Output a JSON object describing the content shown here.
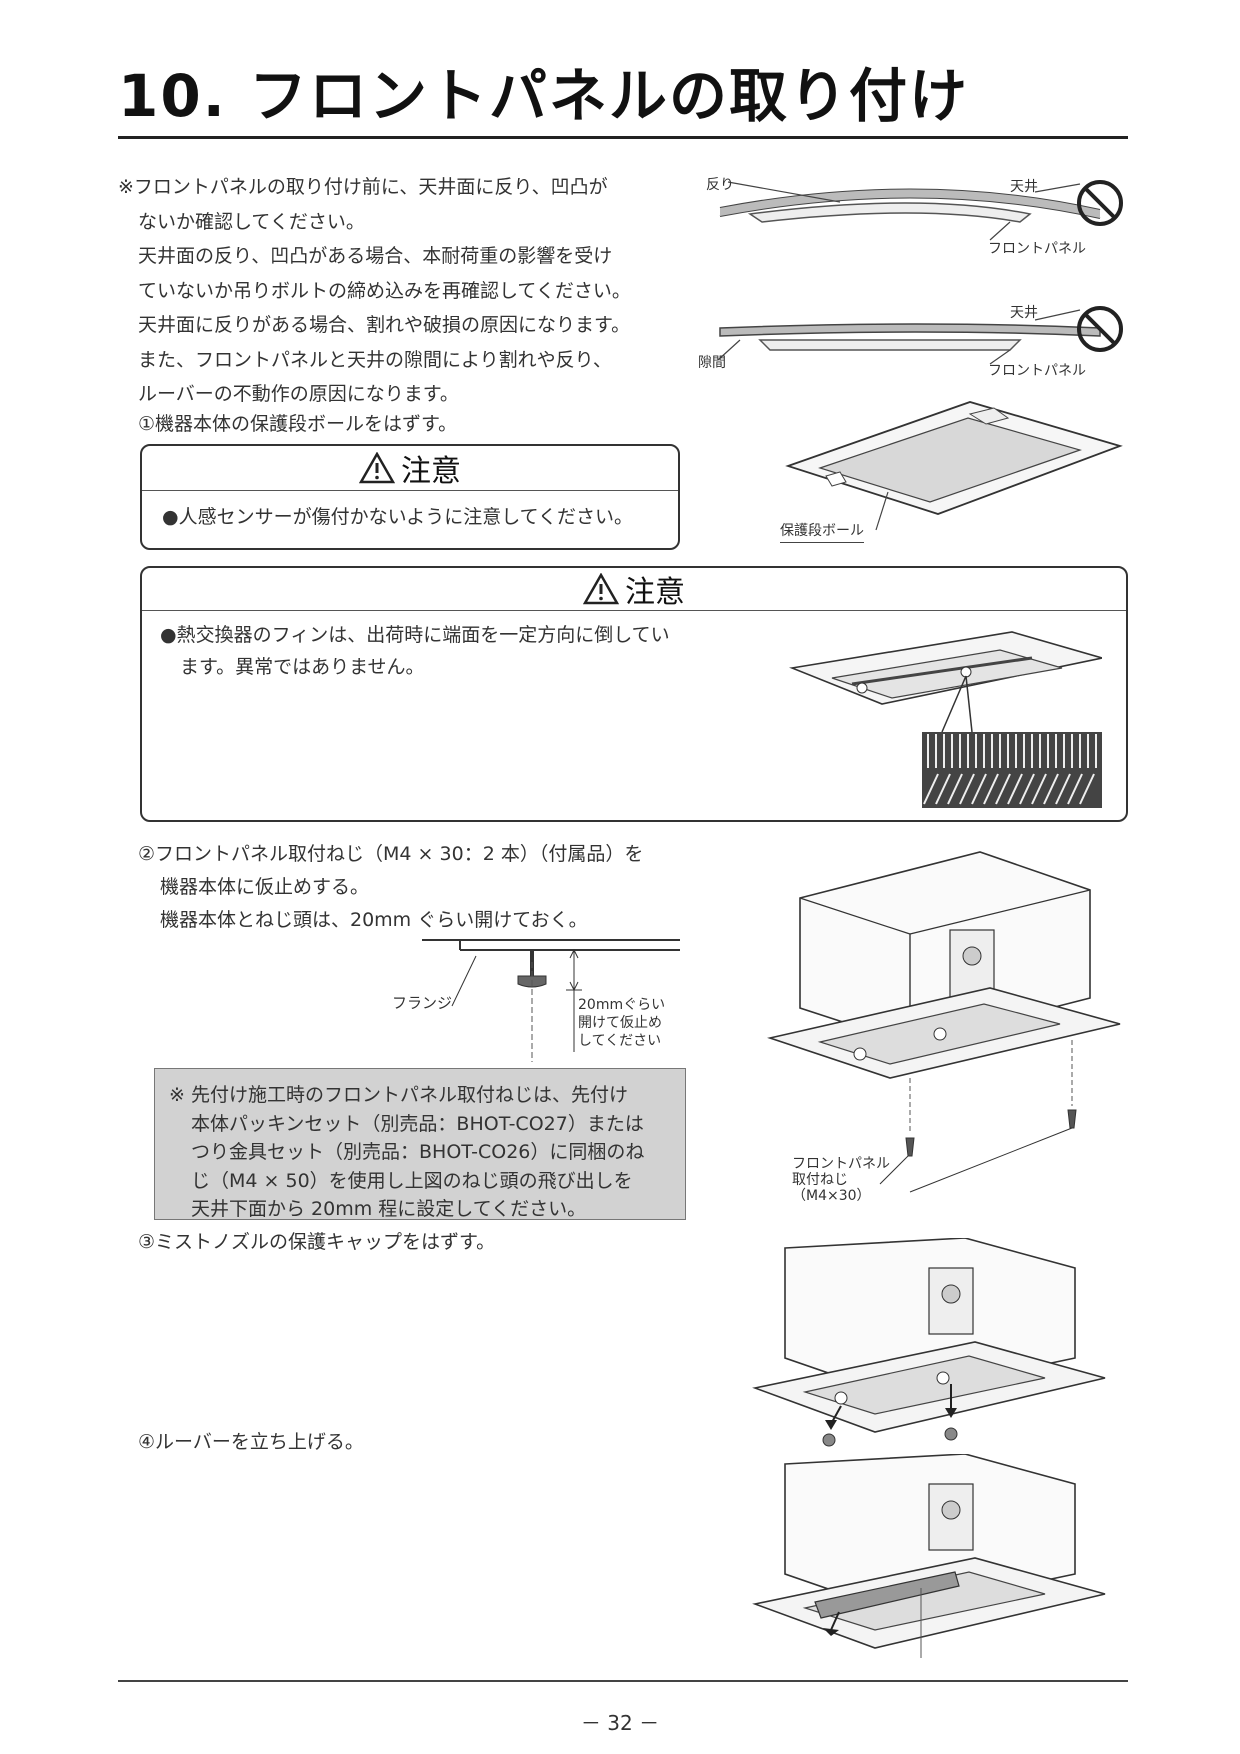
{
  "page": {
    "title": "10. フロントパネルの取り付け",
    "page_number": "－ 32 －"
  },
  "intro_note": {
    "lines": [
      "※フロントパネルの取り付け前に、天井面に反り、凹凸が",
      "ないか確認してください。",
      "天井面の反り、凹凸がある場合、本耐荷重の影響を受け",
      "ていないか吊りボルトの締め込みを再確認してください。",
      "天井面に反りがある場合、割れや破損の原因になります。",
      "また、フロントパネルと天井の隙間により割れや反り、",
      "ルーバーの不動作の原因になります。"
    ]
  },
  "diagram_warp": {
    "label_warp": "反り",
    "label_ceiling": "天井",
    "label_panel": "フロントパネル"
  },
  "diagram_gap": {
    "label_gap": "隙間",
    "label_ceiling": "天井",
    "label_panel": "フロントパネル"
  },
  "step1": {
    "text": "①機器本体の保護段ボールをはずす。",
    "figure_label": "保護段ボール"
  },
  "caution1": {
    "heading": "注意",
    "text": "●人感センサーが傷付かないように注意してください。"
  },
  "caution2": {
    "heading": "注意",
    "lines": [
      "●熱交換器のフィンは、出荷時に端面を一定方向に倒してい",
      "ます。異常ではありません。"
    ]
  },
  "step2": {
    "lines": [
      "②フロントパネル取付ねじ（M4 × 30：2 本）（付属品）を",
      "機器本体に仮止めする。",
      "機器本体とねじ頭は、20mm ぐらい開けておく。"
    ],
    "flange_label": "フランジ",
    "gap_label_lines": [
      "20mmぐらい",
      "開けて仮止め",
      "してください"
    ],
    "screw_label_lines": [
      "フロントパネル",
      "取付ねじ",
      "（M4×30）"
    ]
  },
  "gray_note": {
    "lines": [
      "※ 先付け施工時のフロントパネル取付ねじは、先付け",
      "本体パッキンセット（別売品：BHOT-CO27）または",
      "つり金具セット（別売品：BHOT-CO26）に同梱のね",
      "じ（M4 × 50）を使用し上図のねじ頭の飛び出しを",
      "天井下面から 20mm 程に設定してください。"
    ]
  },
  "step3": {
    "text": "③ミストノズルの保護キャップをはずす。"
  },
  "step4": {
    "text": "④ルーバーを立ち上げる。"
  }
}
